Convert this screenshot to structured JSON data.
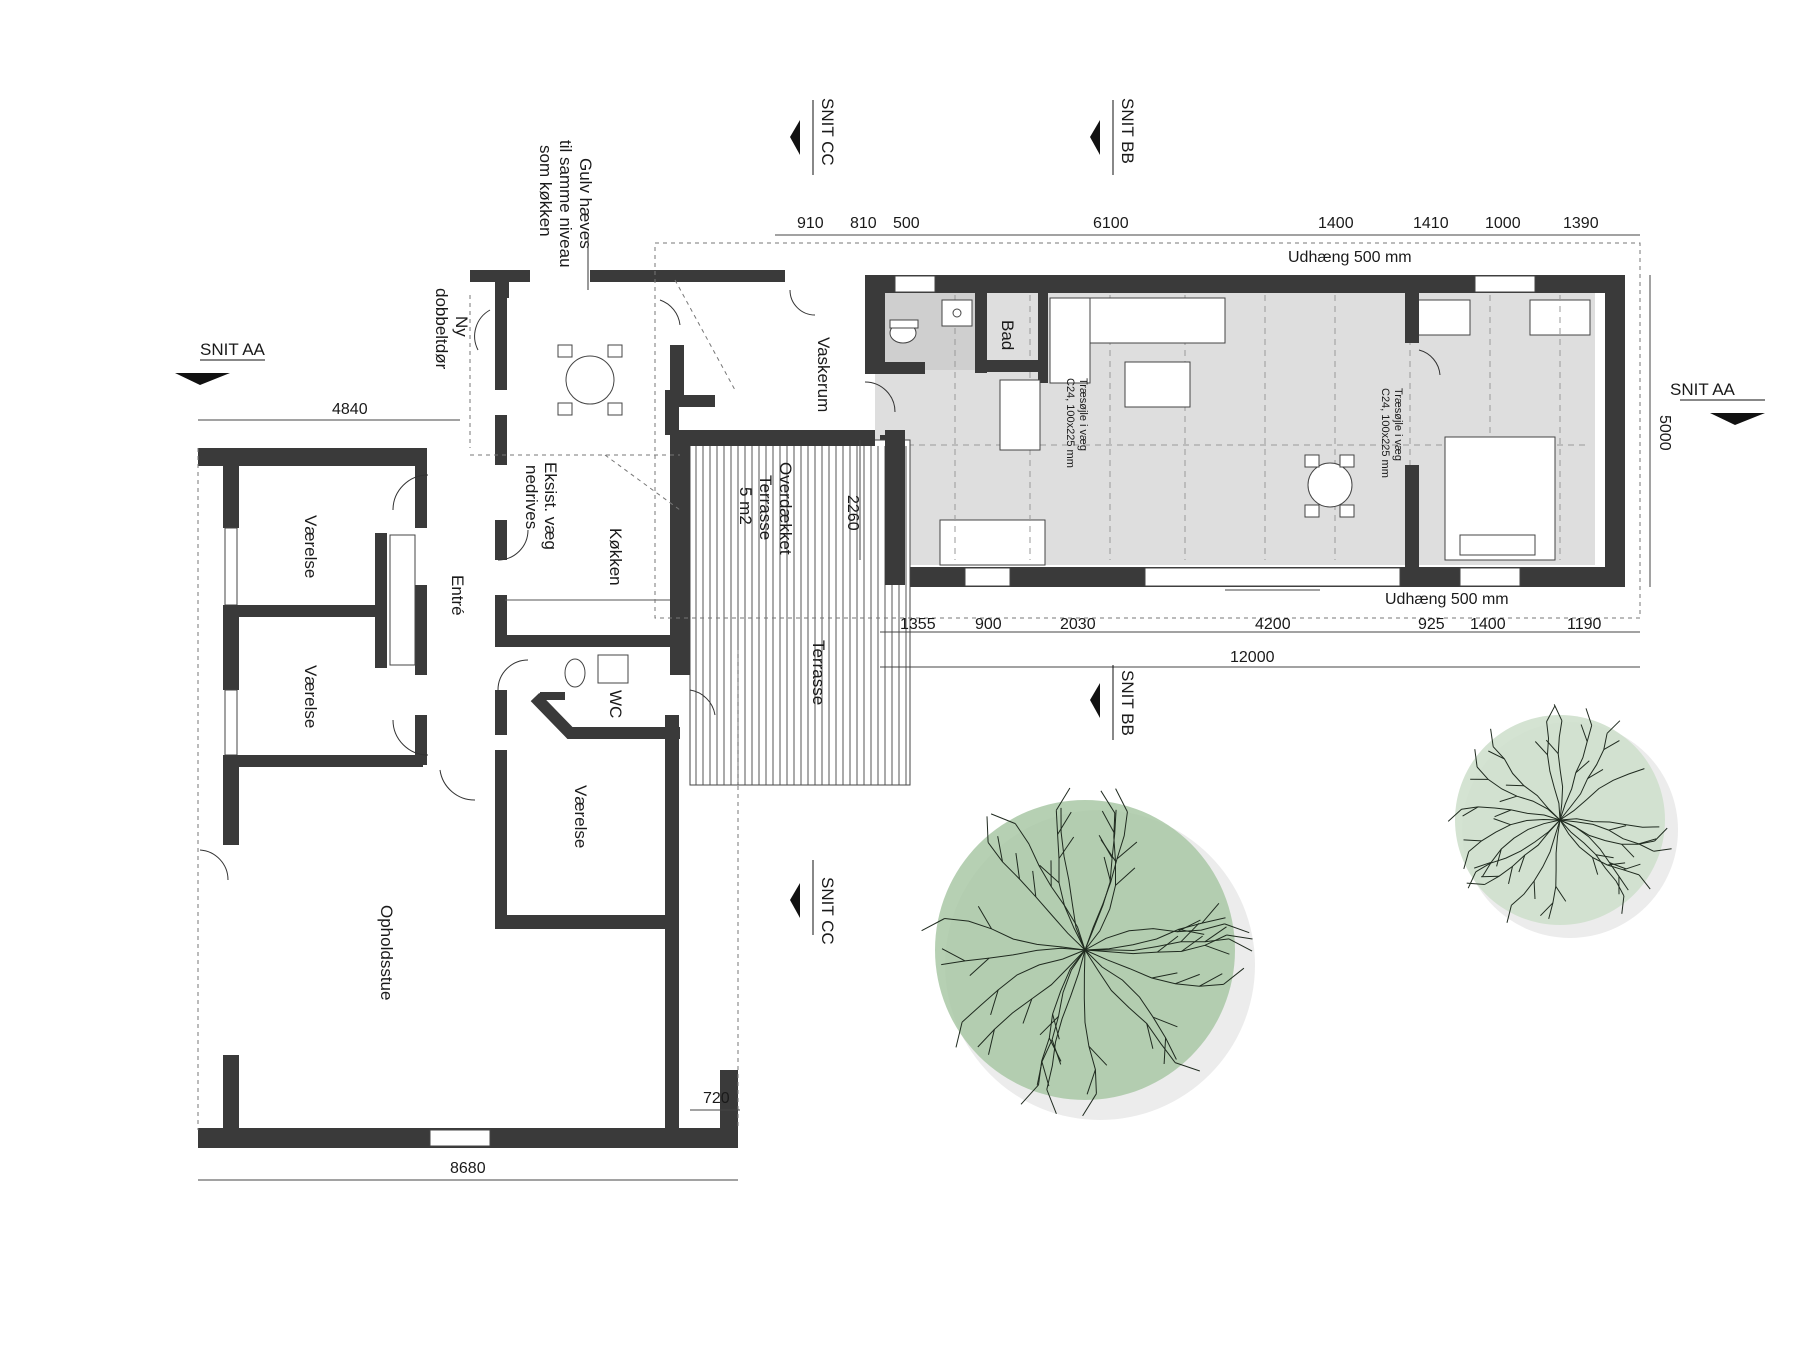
{
  "rooms": {
    "vaerelse_1": "Værelse",
    "vaerelse_2": "Værelse",
    "vaerelse_3": "Værelse",
    "entre": "Entré",
    "koekken": "Køkken",
    "wc": "WC",
    "opholdsstue": "Opholdsstue",
    "vaskerum": "Vaskerum",
    "bad": "Bad",
    "terrasse": "Terrasse",
    "overdaekket_1": "Overdækket",
    "overdaekket_2": "Terrasse",
    "overdaekket_3": "5 m2"
  },
  "notes": {
    "gulv_1": "Gulv hæves",
    "gulv_2": "til samme niveau",
    "gulv_3": "som køkken",
    "dor_1": "Ny",
    "dor_2": "dobbeltdør",
    "vaeg_1": "Eksist. væg",
    "vaeg_2": "nedrives",
    "saojle_a1": "Træsøjle i væg",
    "saojle_a2": "C24, 100x225 mm",
    "saojle_b1": "Træsøjle i væg",
    "saojle_b2": "C24, 100x225 mm",
    "udhaeng_top": "Udhæng 500 mm",
    "udhaeng_bottom": "Udhæng 500 mm"
  },
  "sections": {
    "aa_left": "SNIT AA",
    "aa_right": "SNIT AA",
    "bb_top": "SNIT BB",
    "bb_bottom": "SNIT BB",
    "cc_top": "SNIT CC",
    "cc_bottom": "SNIT CC"
  },
  "dimensions": {
    "top": [
      "910",
      "810",
      "500",
      "6100",
      "1400",
      "1410",
      "1000",
      "1390"
    ],
    "bottom": [
      "1355",
      "900",
      "2030",
      "4200",
      "925",
      "1400",
      "1190"
    ],
    "total_12000": "12000",
    "left_4840": "4840",
    "overall_8680": "8680",
    "side_720": "720",
    "terrace_2260": "2260",
    "right_5000": "5000"
  },
  "colors": {
    "wall": "#3a3a3a",
    "annex_floor": "#dedede",
    "tree_green": "#a9c8a6"
  }
}
